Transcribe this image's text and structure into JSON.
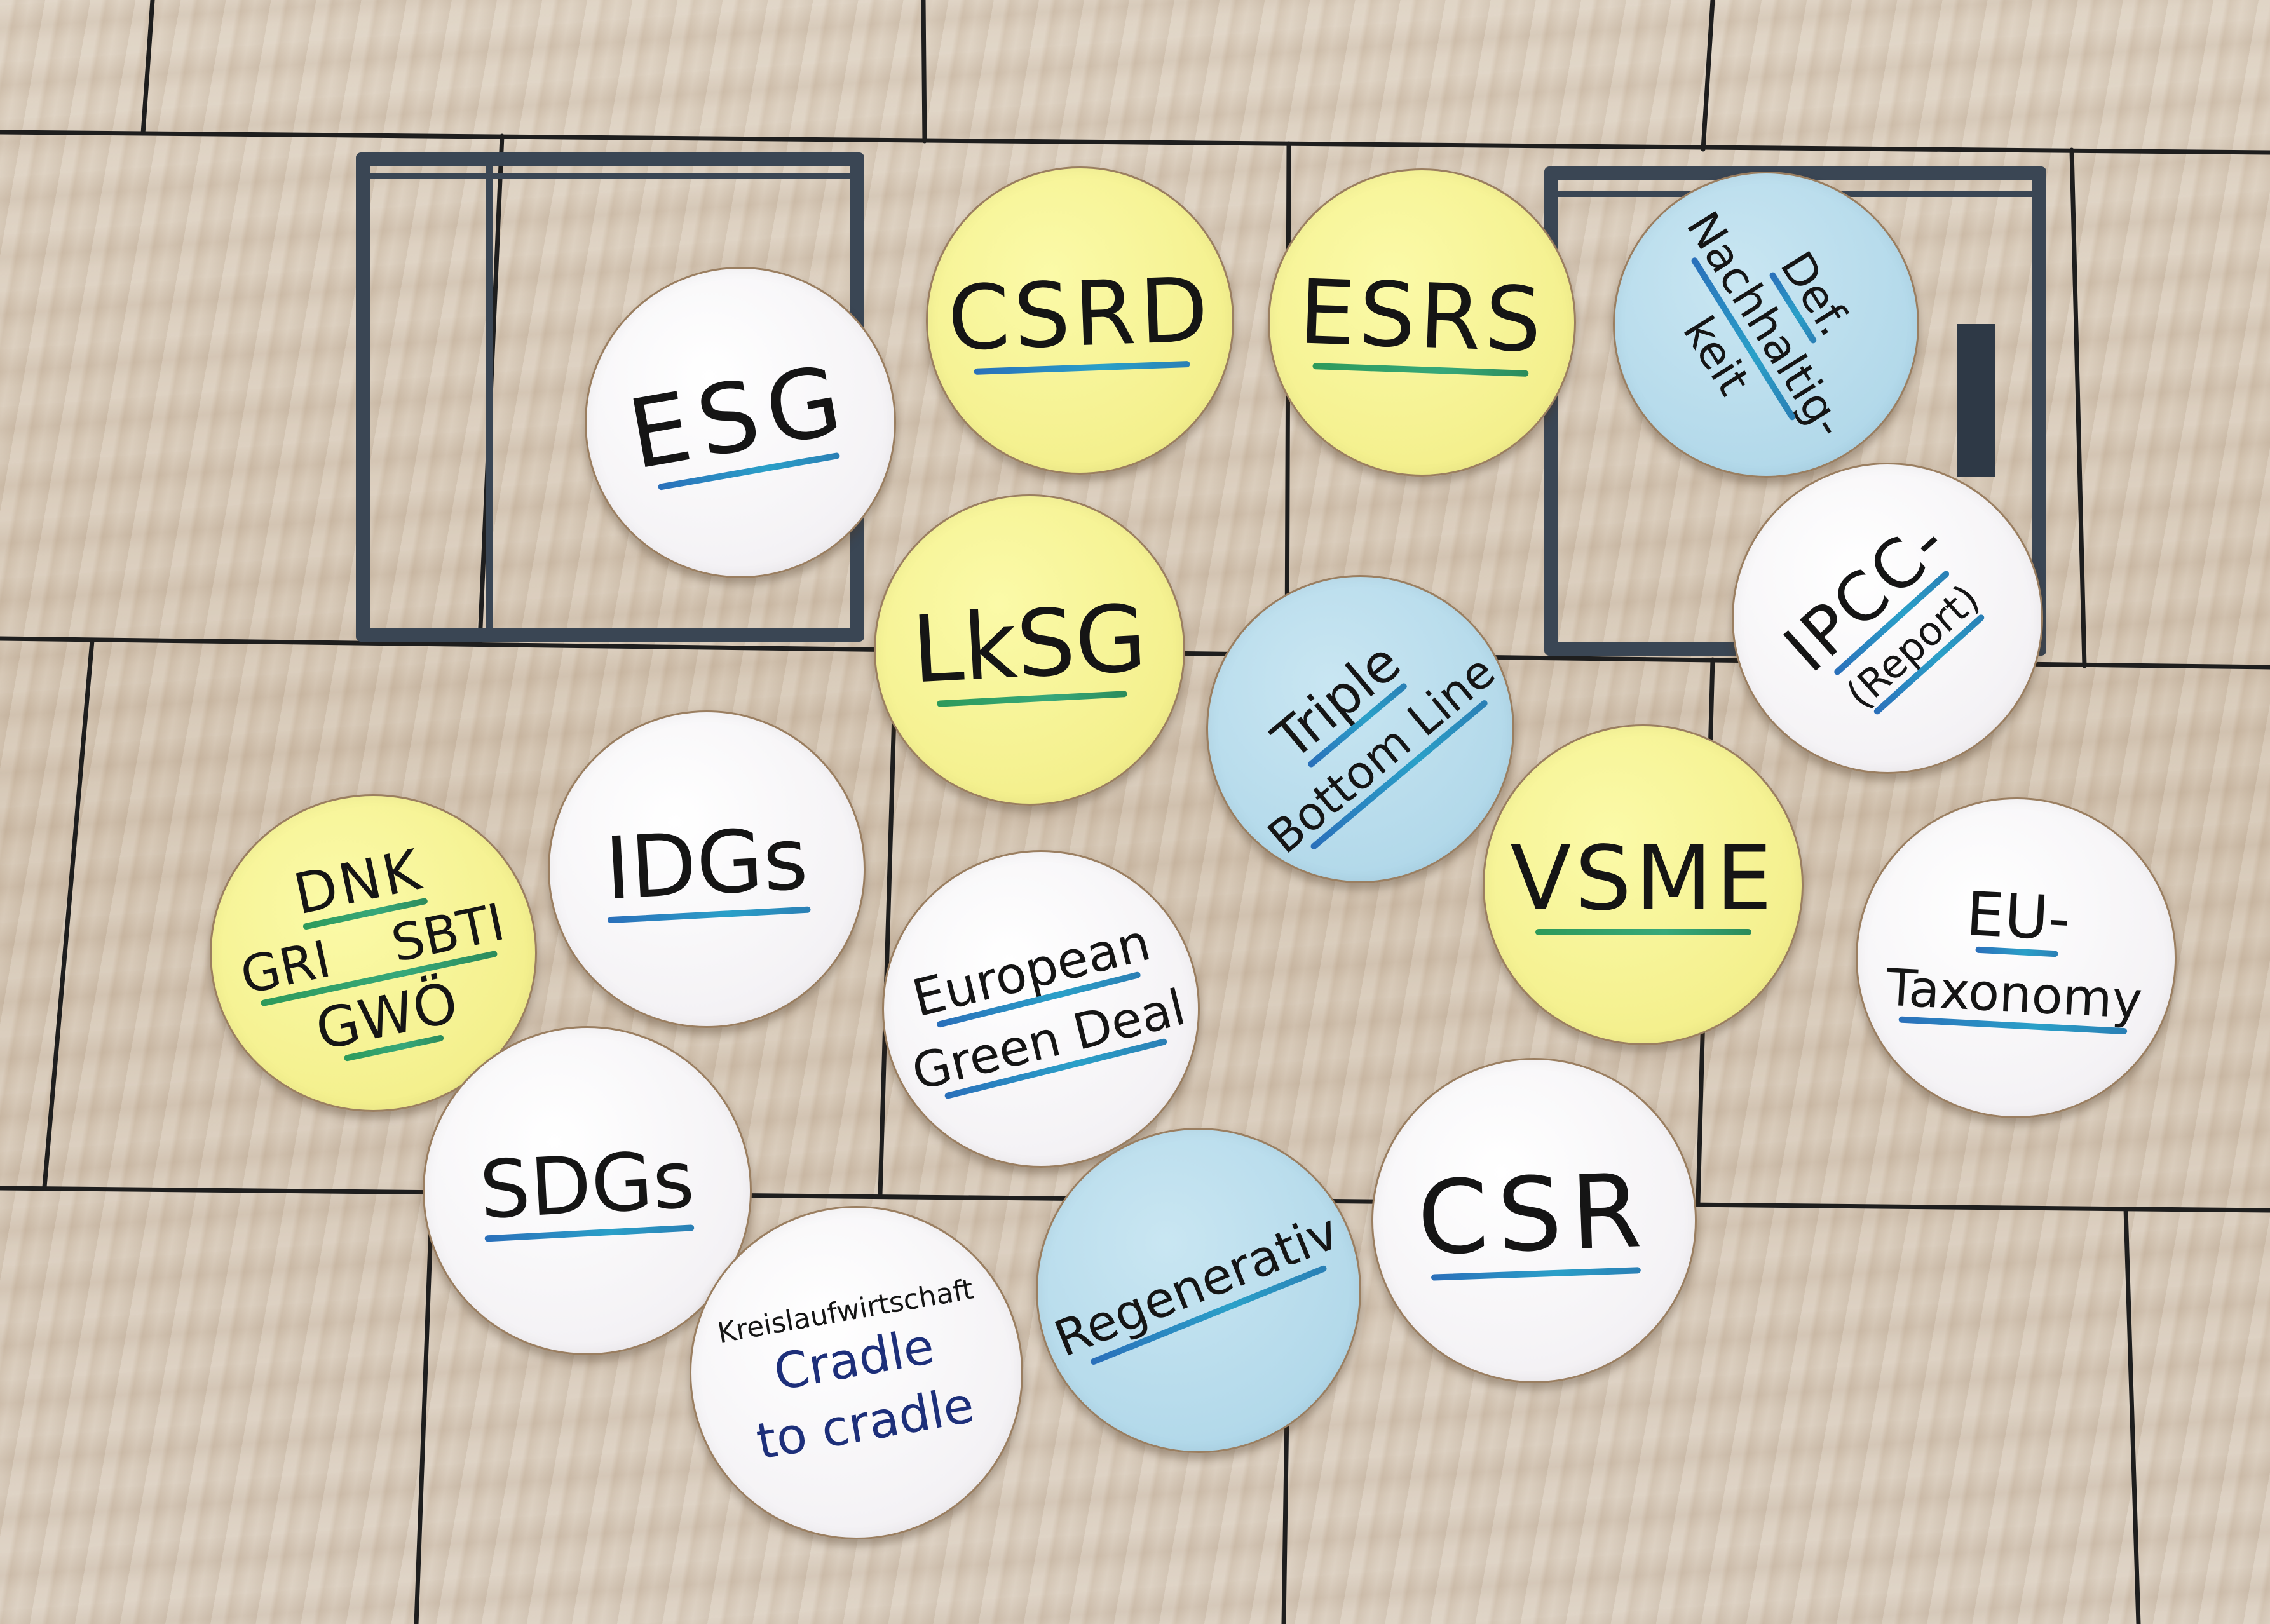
{
  "cards": {
    "esg": {
      "lines": [
        "ESG"
      ]
    },
    "csrd": {
      "lines": [
        "CSRD"
      ]
    },
    "esrs": {
      "lines": [
        "ESRS"
      ]
    },
    "def_nachhaltigkeit": {
      "lines": [
        "Def.",
        "Nachhaltig-",
        "keit"
      ]
    },
    "lksg": {
      "lines": [
        "LkSG"
      ]
    },
    "triple_bottom_line": {
      "lines": [
        "Triple",
        "Bottom Line"
      ]
    },
    "ipcc_report": {
      "lines": [
        "IPCC-",
        "(Report)"
      ]
    },
    "dnk_gri_sbti_gwo": {
      "lines": [
        "DNK",
        "GRI    SBTI",
        "GWÖ"
      ]
    },
    "idgs": {
      "lines": [
        "IDGs"
      ]
    },
    "vsme": {
      "lines": [
        "VSME"
      ]
    },
    "eu_taxonomy": {
      "lines": [
        "EU-",
        "Taxonomy"
      ]
    },
    "european_green_deal": {
      "lines": [
        "European",
        "Green Deal"
      ]
    },
    "sdgs": {
      "lines": [
        "SDGs"
      ]
    },
    "csr": {
      "lines": [
        "CSR"
      ]
    },
    "regenerativ": {
      "lines": [
        "Regenerativ"
      ]
    },
    "kreislaufwirtschaft": {
      "lines": [
        "Kreislaufwirtschaft",
        "Cradle",
        "to cradle"
      ]
    }
  },
  "colors": {
    "white_card": "#f4f2f5",
    "yellow_card": "#f4f08e",
    "blue_card": "#b3d9ea",
    "underline_blue": "#2a8fc4",
    "underline_green": "#2d9a5a",
    "ink": "#151515",
    "ink_blue": "#1d2f7a",
    "frame": "#3a4654"
  }
}
